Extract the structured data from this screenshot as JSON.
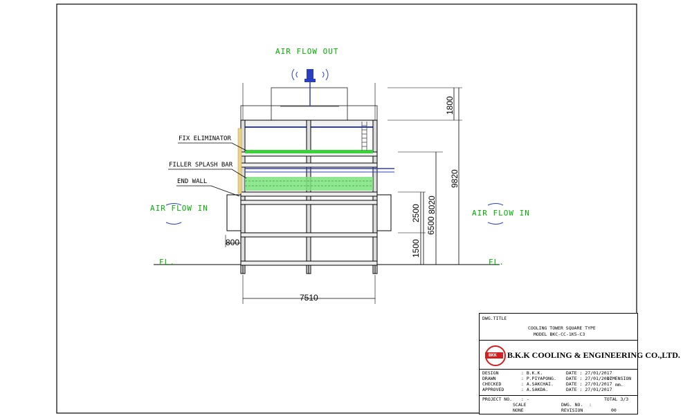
{
  "labels": {
    "air_flow_out": "AIR FLOW OUT",
    "air_flow_in_left": "AIR FLOW IN",
    "air_flow_in_right": "AIR FLOW IN",
    "fl_left": "FL.",
    "fl_right": "FL.",
    "fix_eliminator": "FIX ELIMINATOR",
    "filler_splash_bar": "FILLER SPLASH BAR",
    "end_wall": "END WALL"
  },
  "dimensions": {
    "d1800": "1800",
    "d9820": "9820",
    "d8020": "8020",
    "d6500": "6500",
    "d2500": "2500",
    "d1500": "1500",
    "d800": "800",
    "d7510": "7510"
  },
  "title_block": {
    "dwg_title_label": "DWG.TITLE",
    "title_line1": "COOLING TOWER SQUARE TYPE",
    "title_line2": "MODEL BKC-CC-1K5-C3",
    "logo_text": "BKK",
    "company": "B.K.K COOLING & ENGINEERING CO.,LTD.",
    "rows": [
      {
        "role": "DESIGN",
        "name": ": B.K.K.",
        "date": "DATE : 27/01/2017"
      },
      {
        "role": "DRAWN",
        "name": ": P.PIYAPONG.",
        "date": "DATE : 27/01/2017"
      },
      {
        "role": "CHECKED",
        "name": ": A.SAKCHAI.",
        "date": "DATE : 27/01/2017"
      },
      {
        "role": "APPROVED",
        "name": ": A.SAKDA.",
        "date": "DATE : 27/01/2017"
      }
    ],
    "dimension_label": "DIMENSION",
    "dimension_unit": "mm.",
    "project_no_label": "PROJECT NO.",
    "project_no_value": ": -",
    "scale_label": "SCALE",
    "scale_value": "NONE",
    "dwg_no_label": "DWG. NO.",
    "dwg_no_value": ":",
    "revision_label": "REVISION",
    "revision_value": "00",
    "total_label": "TOTAL 3/3"
  }
}
